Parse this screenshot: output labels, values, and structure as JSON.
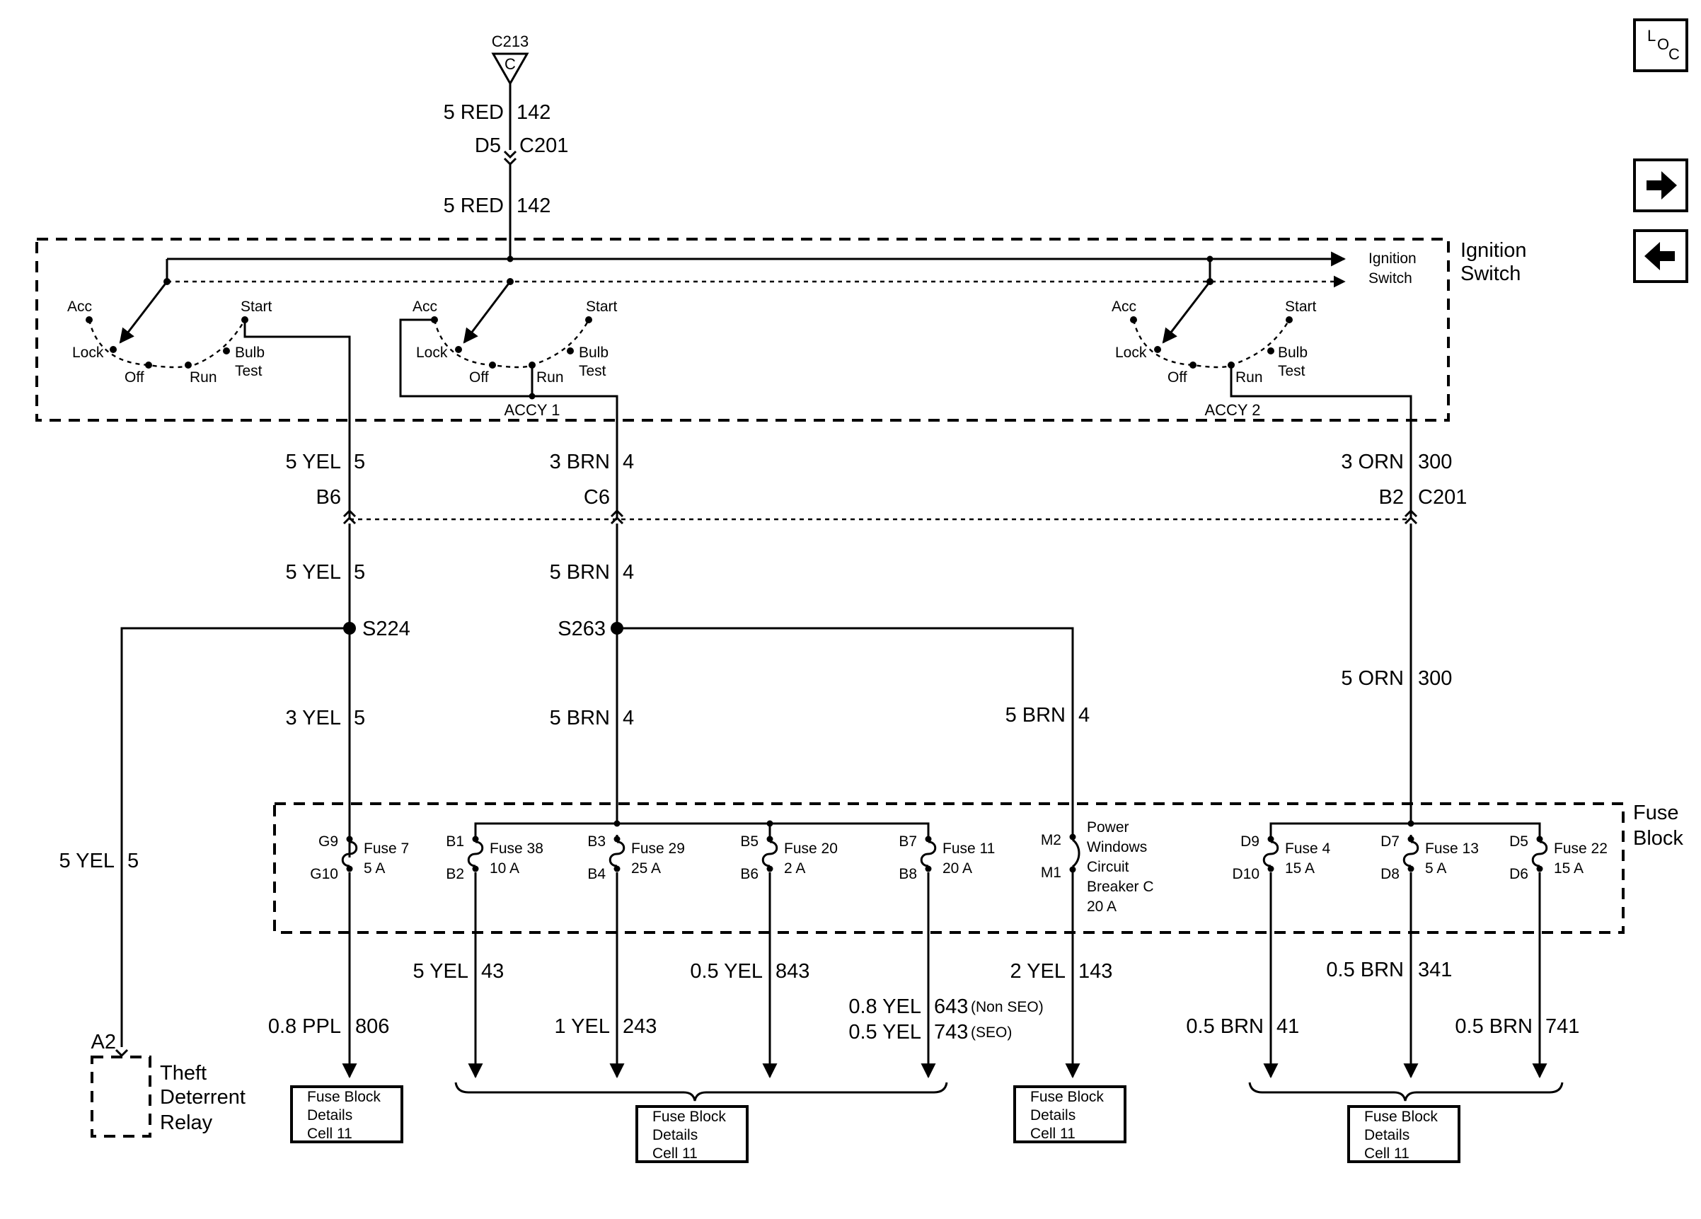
{
  "connector_top": {
    "name": "C213",
    "pin": "C"
  },
  "feed": {
    "wire_upper": "5 RED",
    "circuit_upper": "142",
    "pin": "D5",
    "connector": "C201",
    "wire_lower": "5 RED",
    "circuit_lower": "142"
  },
  "ignition_switch": {
    "title_line1": "Ignition",
    "title_line2": "Switch",
    "arrow_label_line1": "Ignition",
    "arrow_label_line2": "Switch",
    "positions": {
      "acc": "Acc",
      "start": "Start",
      "lock": "Lock",
      "off": "Off",
      "run": "Run",
      "bulb": "Bulb",
      "test": "Test"
    },
    "accy1": "ACCY 1",
    "accy2": "ACCY 2"
  },
  "c201_row": {
    "left": {
      "wire": "5 YEL",
      "circuit": "5",
      "pin": "B6"
    },
    "mid": {
      "wire": "3 BRN",
      "circuit": "4",
      "pin": "C6"
    },
    "right": {
      "wire": "3 ORN",
      "circuit": "300",
      "pin": "B2",
      "connector": "C201"
    }
  },
  "splices": {
    "s224": {
      "name": "S224",
      "wire_above": "5 YEL",
      "circuit_above": "5",
      "wire_below": "3 YEL",
      "circuit_below": "5"
    },
    "s263": {
      "name": "S263",
      "wire_above": "5 BRN",
      "circuit_above": "4",
      "wire_below": "5 BRN",
      "circuit_below": "4",
      "wire_branch": "5 BRN",
      "circuit_branch": "4"
    }
  },
  "orange_feed": {
    "wire": "5 ORN",
    "circuit": "300"
  },
  "theft_relay": {
    "wire": "5 YEL",
    "circuit": "5",
    "pin": "A2",
    "line1": "Theft",
    "line2": "Deterrent",
    "line3": "Relay"
  },
  "fuse_block": {
    "title_line1": "Fuse",
    "title_line2": "Block",
    "fuses": [
      {
        "in": "G9",
        "out": "G10",
        "name": "Fuse 7",
        "rating": "5 A"
      },
      {
        "in": "B1",
        "out": "B2",
        "name": "Fuse 38",
        "rating": "10 A"
      },
      {
        "in": "B3",
        "out": "B4",
        "name": "Fuse 29",
        "rating": "25 A"
      },
      {
        "in": "B5",
        "out": "B6",
        "name": "Fuse 20",
        "rating": "2 A"
      },
      {
        "in": "B7",
        "out": "B8",
        "name": "Fuse 11",
        "rating": "20 A"
      },
      {
        "in": "D9",
        "out": "D10",
        "name": "Fuse 4",
        "rating": "15 A"
      },
      {
        "in": "D7",
        "out": "D8",
        "name": "Fuse 13",
        "rating": "5 A"
      },
      {
        "in": "D5",
        "out": "D6",
        "name": "Fuse 22",
        "rating": "15 A"
      }
    ],
    "breaker": {
      "in": "M2",
      "out": "M1",
      "line1": "Power",
      "line2": "Windows",
      "line3": "Circuit",
      "line4": "Breaker C",
      "line5": "20 A"
    }
  },
  "outputs": {
    "ppl806": {
      "wire": "0.8 PPL",
      "circuit": "806"
    },
    "yel43": {
      "wire": "5 YEL",
      "circuit": "43"
    },
    "yel243": {
      "wire": "1 YEL",
      "circuit": "243"
    },
    "yel843": {
      "wire": "0.5 YEL",
      "circuit": "843"
    },
    "yel643": {
      "wire": "0.8 YEL",
      "circuit": "643",
      "note": "(Non SEO)"
    },
    "yel743": {
      "wire": "0.5 YEL",
      "circuit": "743",
      "note": "(SEO)"
    },
    "yel143": {
      "wire": "2 YEL",
      "circuit": "143"
    },
    "brn341": {
      "wire": "0.5 BRN",
      "circuit": "341"
    },
    "brn41": {
      "wire": "0.5 BRN",
      "circuit": "41"
    },
    "brn741": {
      "wire": "0.5 BRN",
      "circuit": "741"
    }
  },
  "ref_boxes": [
    {
      "line1": "Fuse Block",
      "line2": "Details",
      "line3": "Cell 11"
    },
    {
      "line1": "Fuse Block",
      "line2": "Details",
      "line3": "Cell 11"
    },
    {
      "line1": "Fuse Block",
      "line2": "Details",
      "line3": "Cell 11"
    },
    {
      "line1": "Fuse Block",
      "line2": "Details",
      "line3": "Cell 11"
    }
  ],
  "nav": {
    "loc_l": "L",
    "loc_o": "O",
    "loc_c": "C",
    "forward_icon": "arrow-right-icon",
    "back_icon": "arrow-left-icon"
  }
}
